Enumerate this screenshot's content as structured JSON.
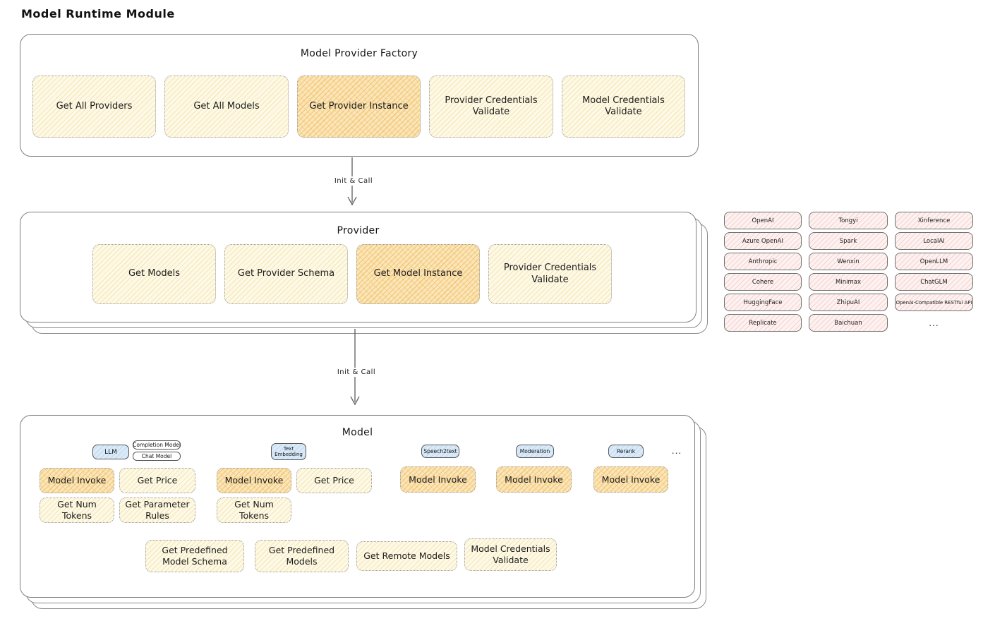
{
  "title": "Model Runtime Module",
  "arrows": {
    "label1": "Init & Call",
    "label2": "Init & Call"
  },
  "factory": {
    "title": "Model Provider Factory",
    "buttons": [
      "Get All Providers",
      "Get All Models",
      "Get Provider Instance",
      "Provider Credentials Validate",
      "Model Credentials Validate"
    ]
  },
  "provider": {
    "title": "Provider",
    "buttons": [
      "Get Models",
      "Get Provider Schema",
      "Get Model Instance",
      "Provider Credentials Validate"
    ]
  },
  "provider_list": {
    "items": [
      "OpenAI",
      "Tongyi",
      "Xinference",
      "Azure OpenAI",
      "Spark",
      "LocalAI",
      "Anthropic",
      "Wenxin",
      "OpenLLM",
      "Cohere",
      "Minimax",
      "ChatGLM",
      "HuggingFace",
      "ZhipuAI",
      "OpenAI-Compatible RESTful API",
      "Replicate",
      "Baichuan"
    ],
    "more": "..."
  },
  "model": {
    "title": "Model",
    "tabs": [
      "LLM",
      "Completion Model",
      "Chat Model",
      "Text Embedding",
      "Speech2text",
      "Moderation",
      "Rerank"
    ],
    "tabs_more": "...",
    "llm_buttons": [
      "Model Invoke",
      "Get Price",
      "Get Num Tokens",
      "Get Parameter Rules"
    ],
    "text_embedding_buttons": [
      "Model Invoke",
      "Get Price",
      "Get Num Tokens"
    ],
    "speech2text_buttons": [
      "Model Invoke"
    ],
    "moderation_buttons": [
      "Model Invoke"
    ],
    "rerank_buttons": [
      "Model Invoke"
    ],
    "common_buttons": [
      "Get Predefined Model Schema",
      "Get Predefined Models",
      "Get Remote Models",
      "Model Credentials Validate"
    ]
  },
  "colors": {
    "highlight_fill": "#fae6bc",
    "plain_fill": "#fdf9e6",
    "tab_blue_fill": "#daeaf8",
    "provider_chip_fill": "#fdf2f1"
  }
}
